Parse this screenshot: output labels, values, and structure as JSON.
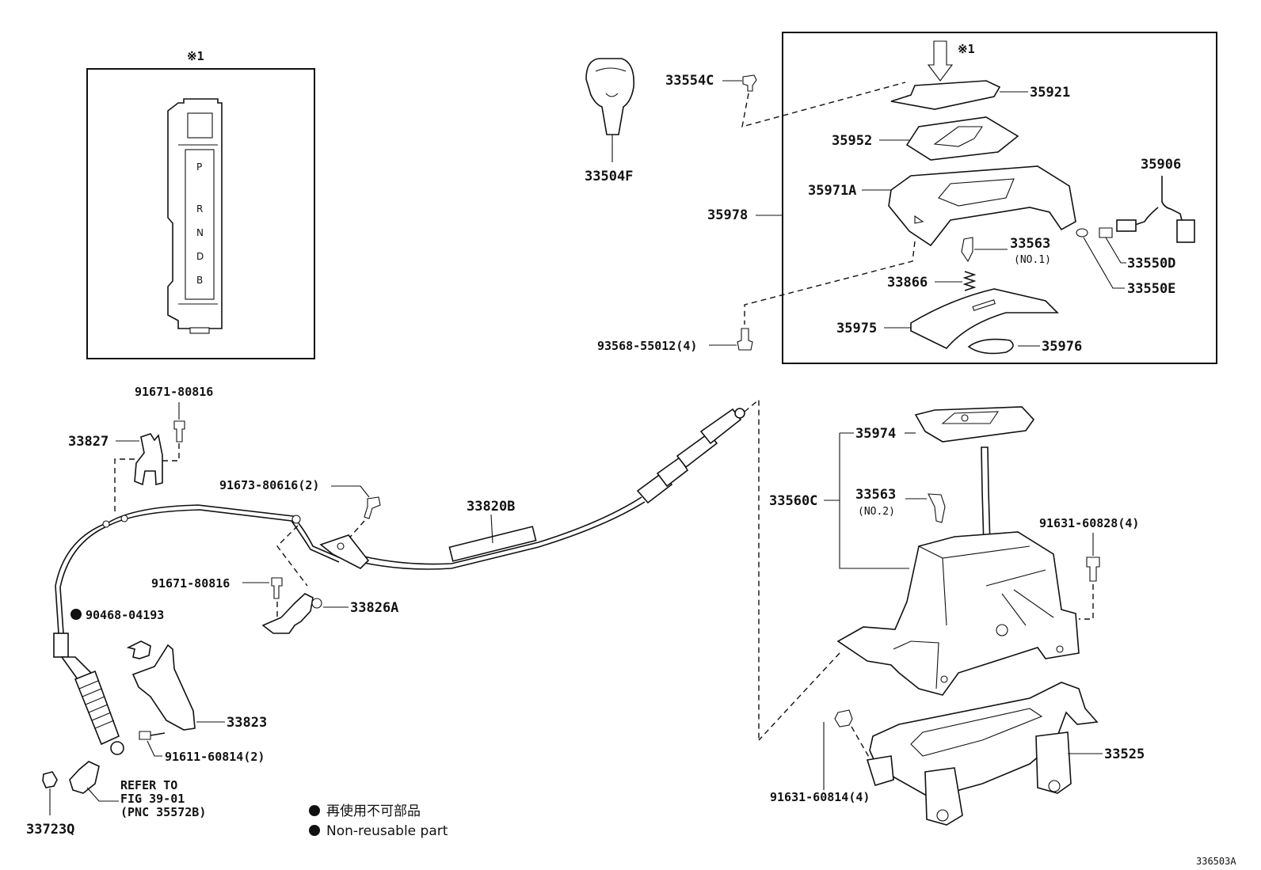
{
  "inset": {
    "marker": "※1",
    "gears": [
      "P",
      "R",
      "N",
      "D",
      "B"
    ]
  },
  "parts": {
    "p33554C": "33554C",
    "p35921": "35921",
    "p35952": "35952",
    "p35971A": "35971A",
    "p35906": "35906",
    "p35978": "35978",
    "p33563_1": "33563",
    "p33563_1_sub": "(NO.1)",
    "p33550D": "33550D",
    "p33550E": "33550E",
    "p33866": "33866",
    "p35975": "35975",
    "p35976": "35976",
    "p93568": "93568-55012(4)",
    "p33504F": "33504F",
    "p91671_a": "91671-80816",
    "p33827": "33827",
    "p91673": "91673-80616(2)",
    "p33820B": "33820B",
    "p91671_b": "91671-80816",
    "p33826A": "33826A",
    "p90468": "90468-04193",
    "p33823": "33823",
    "p91611": "91611-60814(2)",
    "p33723Q": "33723Q",
    "p35974": "35974",
    "p33560C": "33560C",
    "p33563_2": "33563",
    "p33563_2_sub": "(NO.2)",
    "p91631_a": "91631-60828(4)",
    "p33525": "33525",
    "p91631_b": "91631-60814(4)"
  },
  "box_marker": "※1",
  "refer": {
    "line1": "REFER TO",
    "line2": "FIG 39-01",
    "line3": "(PNC 35572B)"
  },
  "legend": {
    "japanese": "再使用不可部品",
    "english": "Non-reusable part"
  },
  "diagram_id": "336503A"
}
